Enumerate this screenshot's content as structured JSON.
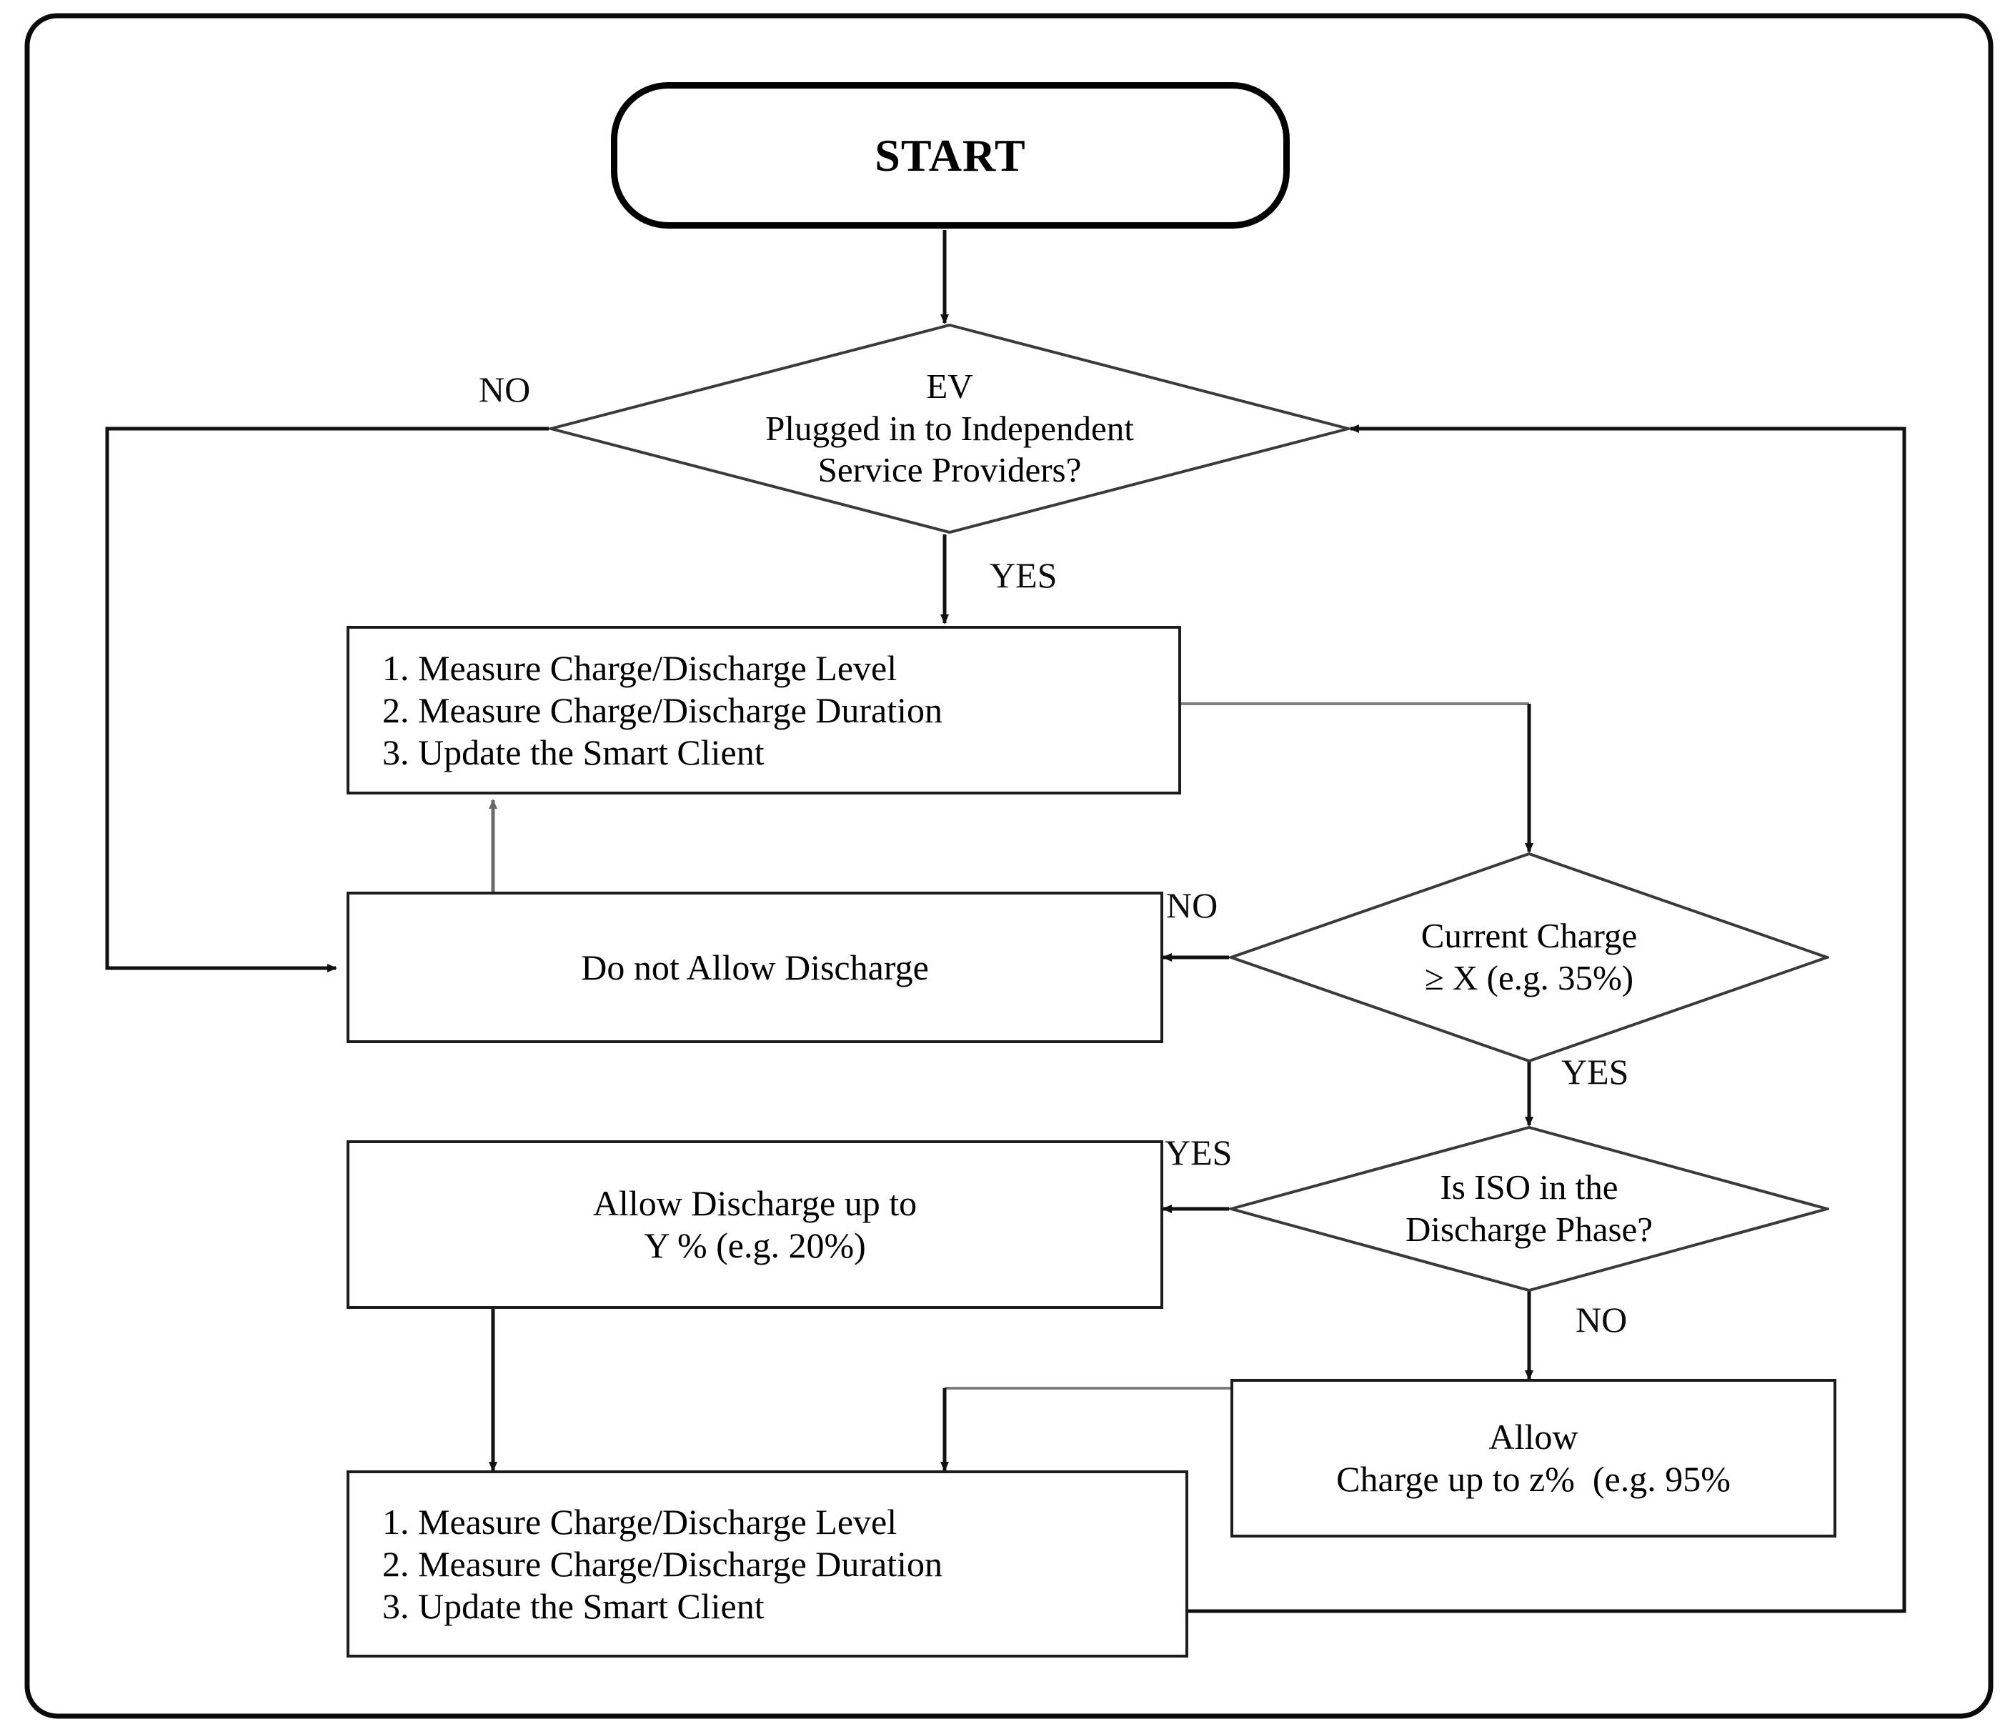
{
  "diagram": {
    "title": "EV charge/discharge decision flowchart",
    "stroke_color": "#1c1c1c",
    "gray_stroke_color": "#6b6b6b",
    "background": "#ffffff"
  },
  "nodes": {
    "start": {
      "type": "terminal",
      "label": "START"
    },
    "decision_plugged": {
      "type": "decision",
      "line1": "EV",
      "line2": "Plugged in to Independent",
      "line3": "Service Providers?"
    },
    "process_top": {
      "type": "process",
      "line1": "1. Measure Charge/Discharge Level",
      "line2": "2. Measure Charge/Discharge Duration",
      "line3": "3. Update the Smart Client"
    },
    "decision_charge": {
      "type": "decision",
      "line1": "Current Charge",
      "line2": "≥ X (e.g. 35%)"
    },
    "no_discharge": {
      "type": "process",
      "line1": "Do not Allow Discharge"
    },
    "decision_iso": {
      "type": "decision",
      "line1": "Is ISO in the",
      "line2": "Discharge Phase?"
    },
    "allow_discharge": {
      "type": "process",
      "line1": "Allow Discharge up to",
      "line2": "Y % (e.g. 20%)"
    },
    "allow_charge": {
      "type": "process",
      "line1": "Allow",
      "line2": "Charge up to z%  (e.g. 95%"
    },
    "process_bottom": {
      "type": "process",
      "line1": "1. Measure Charge/Discharge Level",
      "line2": "2. Measure Charge/Discharge Duration",
      "line3": "3. Update the Smart Client"
    }
  },
  "edge_labels": {
    "plugged_no": "NO",
    "plugged_yes": "YES",
    "charge_no": "NO",
    "charge_yes": "YES",
    "iso_yes": "YES",
    "iso_no": "NO"
  }
}
